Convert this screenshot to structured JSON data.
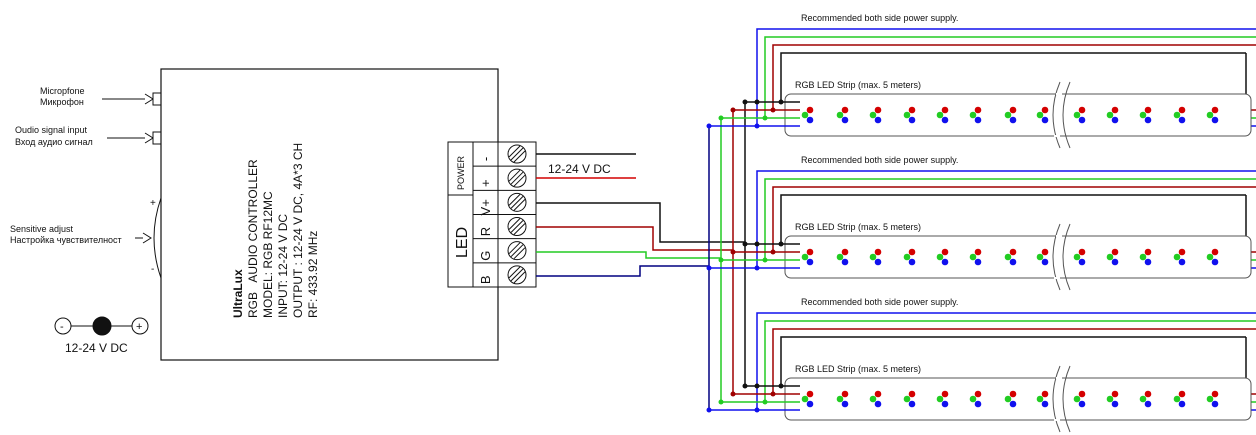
{
  "inputs": {
    "mic": [
      "Micropfone",
      "Микрофон"
    ],
    "audio": [
      "Oudio signal input",
      "Вход аудио сигнал"
    ],
    "sens": [
      "Sensitive adjust",
      "Настройка чувствителност"
    ],
    "sens_plus": "+",
    "sens_minus": "-"
  },
  "dc_jack": {
    "minus": "-",
    "plus": "+",
    "label": "12-24 V DC"
  },
  "controller": {
    "brand": "UltraLux",
    "lines": [
      "RGB   AUDIO CONTROLLER",
      "MODEL: RGB RF12MC",
      "INPUT: 12-24 V DC",
      "OUTPUT : 12-24 V DC, 4A*3 CH",
      "RF: 433.92 MHz"
    ]
  },
  "terminal": {
    "power_label": "POWER",
    "led_label": "LED",
    "pins": [
      "-",
      "+",
      "V+",
      "R",
      "G",
      "B"
    ]
  },
  "power_input_label": "12-24 V DC",
  "strips": [
    {
      "recommend": "Recommended both side power supply.",
      "label": "RGB LED Strip (max. 5 meters)"
    },
    {
      "recommend": "Recommended both side power supply.",
      "label": "RGB LED Strip (max. 5 meters)"
    },
    {
      "recommend": "Recommended both side power supply.",
      "label": "RGB LED Strip (max. 5 meters)"
    }
  ],
  "colors": {
    "red": "#d40000",
    "green": "#22cc22",
    "blue": "#1010ee",
    "black": "#111111",
    "wire_dark_red": "#a00000",
    "wire_blue": "#000080"
  }
}
